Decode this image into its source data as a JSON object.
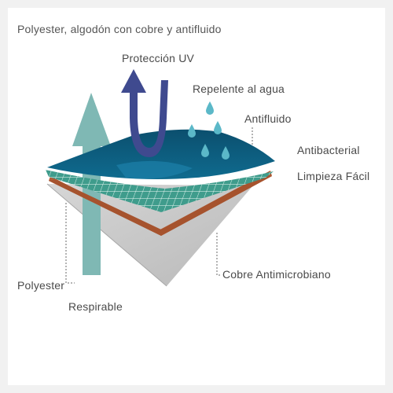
{
  "title": "Polyester, algodón con cobre y antifluido",
  "labels": {
    "uv": "Protección UV",
    "water": "Repelente al agua",
    "antifluid": "Antifluido",
    "antibacterial": "Antibacterial",
    "easy_clean": "Limpieza Fácil",
    "copper": "Cobre Antimicrobiano",
    "polyester": "Polyester",
    "breathable": "Respirable"
  },
  "icons": {
    "uv_arrow": "curved-arrow-icon",
    "breathable_arrow": "upward-arrow-icon",
    "water_drops": "water-drop-icon"
  },
  "colors": {
    "top_layer": "#0d5e80",
    "mesh_layer": "#3f9c8c",
    "copper_layer": "#b35d36",
    "base_layer": "#cccccc",
    "uv_arrow": "#3f4a8f",
    "breath_arrow": "#7fb8b4",
    "drops": "#5bb8c8",
    "text": "#4a4a4a"
  }
}
